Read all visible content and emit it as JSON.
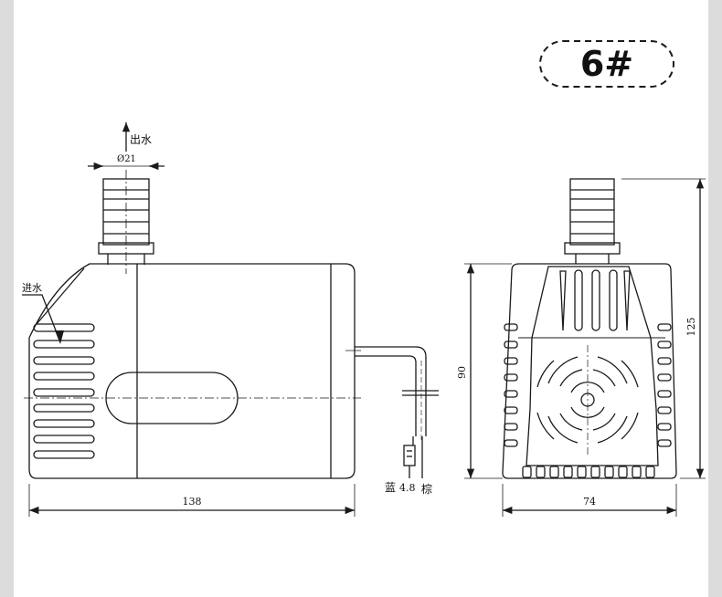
{
  "badge": {
    "label": "6#"
  },
  "front_view": {
    "outlet_label": "出水",
    "outlet_diameter": "Ø21",
    "inlet_label": "进水",
    "width_dimension": "138",
    "cable_labels": {
      "blue": "蓝",
      "terminal_size": "4.8",
      "brown": "棕"
    }
  },
  "side_view": {
    "body_height_dimension": "90",
    "total_height_dimension": "125",
    "width_dimension": "74"
  },
  "colors": {
    "line": "#1a1a1a",
    "background": "#ffffff",
    "frame": "#dcdcdc"
  }
}
